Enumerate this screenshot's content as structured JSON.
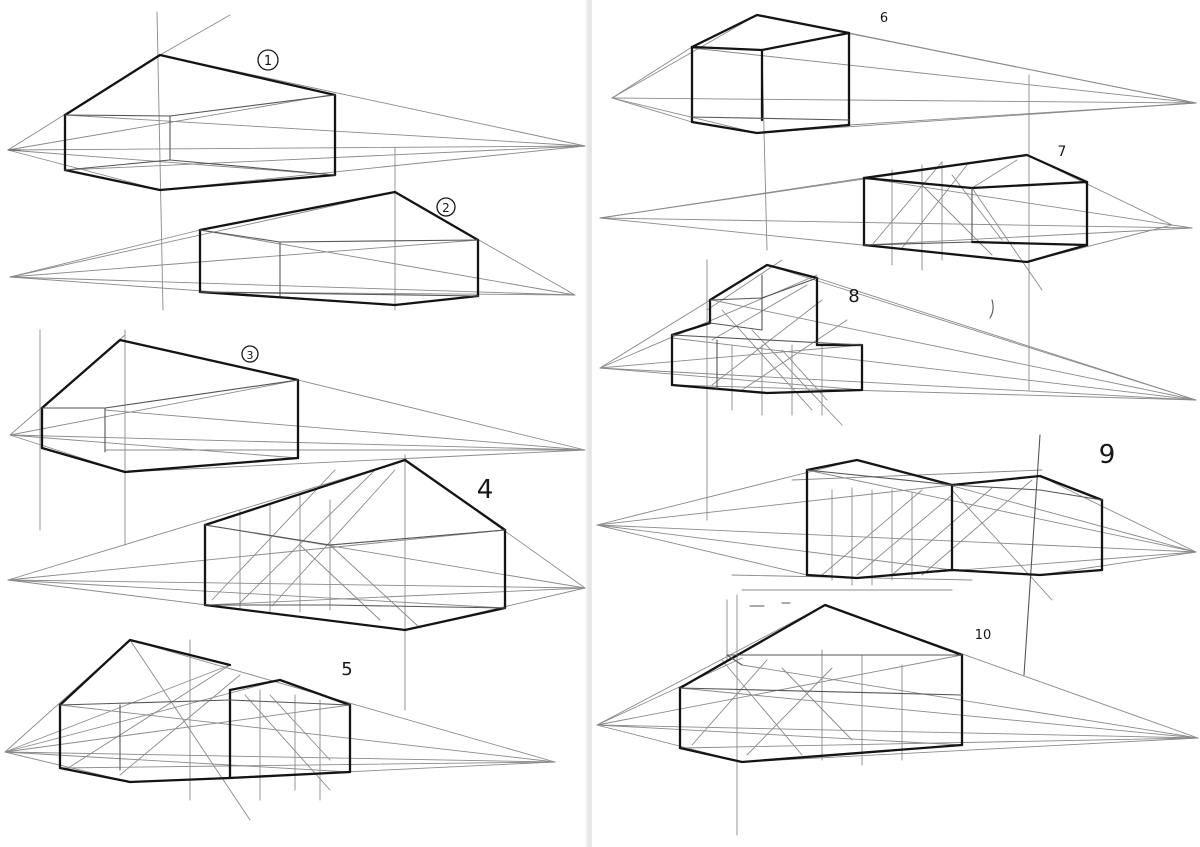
{
  "sketches": {
    "left_labels": [
      "1",
      "2",
      "3",
      "4",
      "5"
    ],
    "right_labels": [
      "6",
      "7",
      "8",
      "9",
      "10"
    ]
  },
  "colors": {
    "paper": "#ffffff",
    "ink_strong": "#141414",
    "ink_light": "#8a8a8a"
  }
}
